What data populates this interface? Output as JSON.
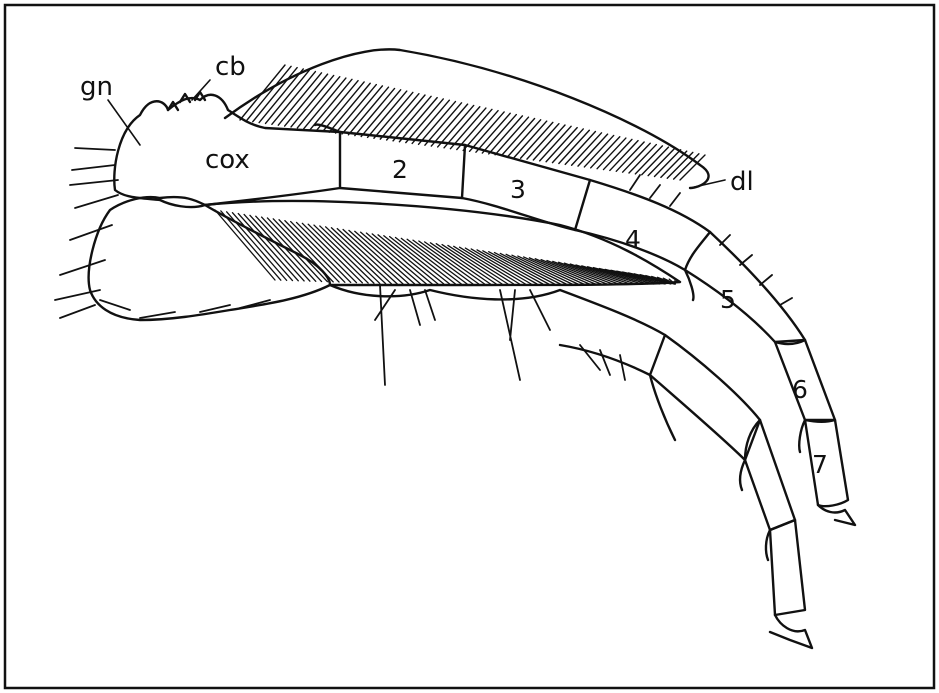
{
  "figure": {
    "labels": {
      "gn": "gn",
      "cb": "cb",
      "cox": "cox",
      "dl": "dl"
    },
    "segments": [
      "2",
      "3",
      "4",
      "5",
      "6",
      "7"
    ]
  }
}
